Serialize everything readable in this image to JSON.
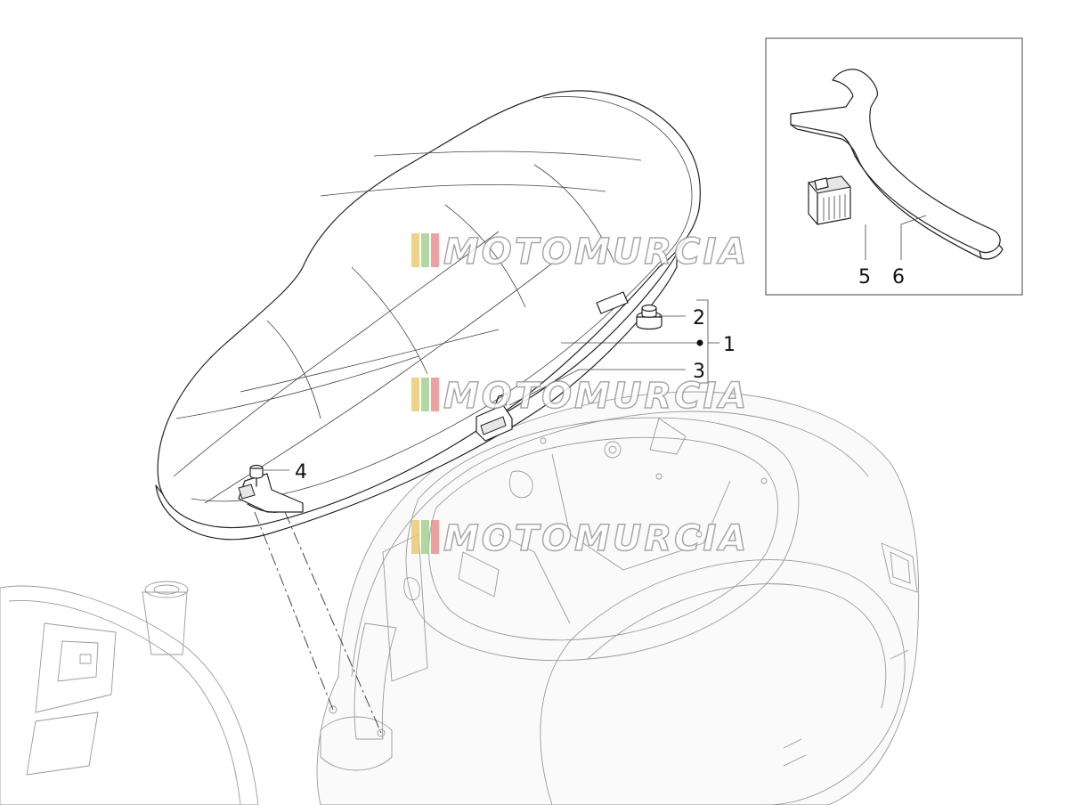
{
  "callouts": [
    {
      "id": "1",
      "label": "1"
    },
    {
      "id": "2",
      "label": "2"
    },
    {
      "id": "3",
      "label": "3"
    },
    {
      "id": "4",
      "label": "4"
    },
    {
      "id": "5",
      "label": "5"
    },
    {
      "id": "6",
      "label": "6"
    }
  ],
  "watermark": {
    "text": "MOTOMURCIA",
    "stripe_colors": [
      "#e8c86a",
      "#9ccf8a",
      "#e88a8a"
    ]
  },
  "colors": {
    "line": "#222222",
    "faint": "#9a9a9a",
    "background": "#ffffff"
  }
}
